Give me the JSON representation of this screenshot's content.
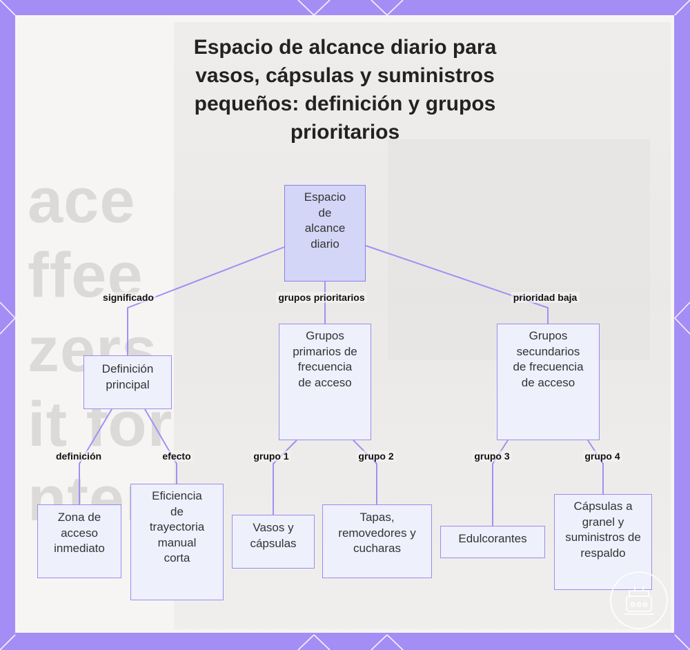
{
  "title": "Espacio de alcance diario para vasos, cápsulas y suministros pequeños: definición y grupos prioritarios",
  "background_text": "ace\nffee\nzers\nit for\nnters",
  "nodes": {
    "root": "Espacio de alcance diario",
    "definicion_principal": "Definición principal",
    "grupos_primarios": "Grupos primarios de frecuencia de acceso",
    "grupos_secundarios": "Grupos secundarios de frecuencia de acceso",
    "zona_acceso": "Zona de acceso inmediato",
    "eficiencia": "Eficiencia de trayectoria manual corta",
    "vasos_capsulas": "Vasos y cápsulas",
    "tapas": "Tapas, removedores y cucharas",
    "edulcorantes": "Edulcorantes",
    "capsulas_granel": "Cápsulas a granel y suministros de respaldo"
  },
  "edges": {
    "significado": "significado",
    "grupos_prioritarios": "grupos prioritarios",
    "prioridad_baja": "prioridad baja",
    "definicion": "definición",
    "efecto": "efecto",
    "grupo1": "grupo 1",
    "grupo2": "grupo 2",
    "grupo3": "grupo 3",
    "grupo4": "grupo 4"
  },
  "colors": {
    "frame": "#a48ef5",
    "panel": "#f6f5f4",
    "node_fill": "#eef0fc",
    "root_fill": "#d4d6f7",
    "node_border": "#9b8cea",
    "edge": "#a48ef5"
  },
  "icons": {
    "logo": "coffee-maker-logo-icon"
  }
}
